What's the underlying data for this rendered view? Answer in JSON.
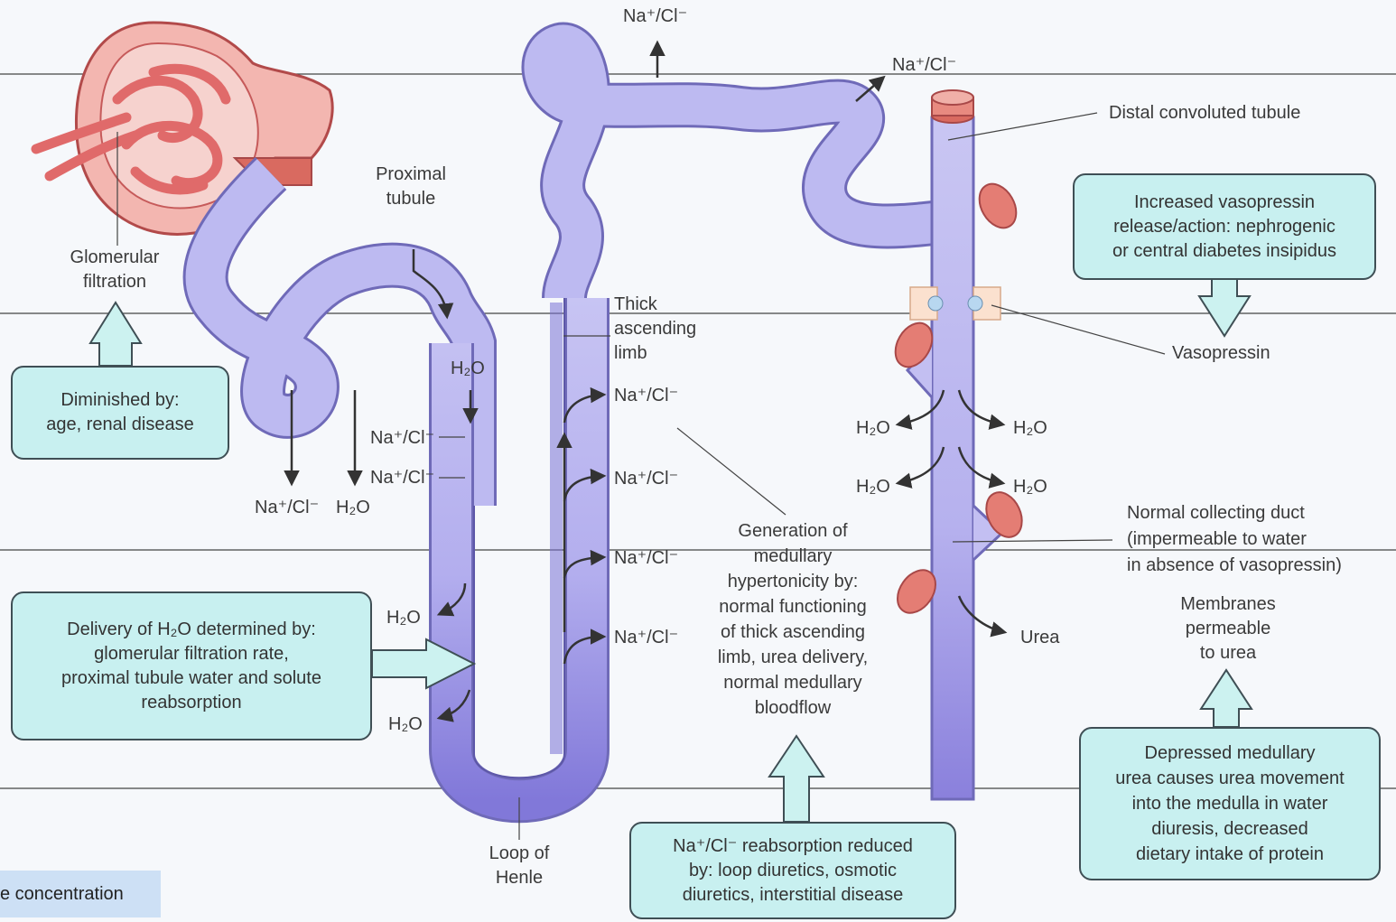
{
  "labels": {
    "glomerular_filtration": [
      "Glomerular",
      "filtration"
    ],
    "proximal_tubule": [
      "Proximal",
      "tubule"
    ],
    "thick_ascending_limb": [
      "Thick",
      "ascending",
      "limb"
    ],
    "loop_of_henle": [
      "Loop of",
      "Henle"
    ],
    "distal_convoluted_tubule": "Distal convoluted tubule",
    "vasopressin": "Vasopressin",
    "normal_collecting_duct": [
      "Normal collecting duct",
      "(impermeable to water",
      "in absence of vasopressin)"
    ],
    "membranes_permeable": [
      "Membranes",
      "permeable",
      "to urea"
    ],
    "generation": [
      "Generation of",
      "medullary",
      "hypertonicity by:",
      "normal functioning",
      "of thick ascending",
      "limb, urea delivery,",
      "normal medullary",
      "bloodflow"
    ],
    "urea": "Urea"
  },
  "ions": {
    "nacl": "Na⁺/Cl⁻",
    "h2o": "H₂O"
  },
  "boxes": {
    "diminished": [
      "Diminished by:",
      "age, renal disease"
    ],
    "delivery": [
      "Delivery of H₂O determined by:",
      "glomerular filtration rate,",
      "proximal tubule water and solute",
      "reabsorption"
    ],
    "increased_vasopressin": [
      "Increased vasopressin",
      "release/action: nephrogenic",
      "or central diabetes insipidus"
    ],
    "depressed_urea": [
      "Depressed medullary",
      "urea causes urea movement",
      "into the medulla in water",
      "diuresis, decreased",
      "dietary intake of protein"
    ],
    "nacl_reduced": [
      "Na⁺/Cl⁻ reabsorption reduced",
      "by: loop diuretics, osmotic",
      "diuretics, interstitial disease"
    ]
  },
  "caption": "e concentration",
  "colors": {
    "tubule": "#b9b6ef",
    "tubule_dark": "#7a72d6",
    "tubule_outline": "#6f6ab8",
    "box_fill": "#c8f0f0",
    "vessel": "#e07070"
  }
}
